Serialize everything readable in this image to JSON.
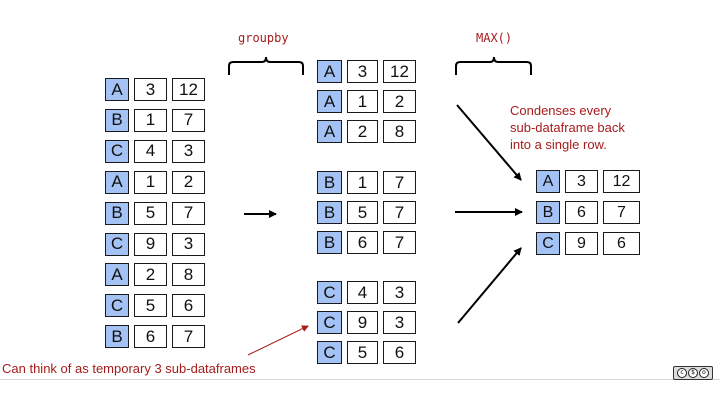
{
  "labels": {
    "groupby": "groupby",
    "max": "MAX()",
    "condenses_line1": "Condenses every",
    "condenses_line2": "sub-dataframe back",
    "condenses_line3": "into a single row.",
    "temporary": "Can think of as temporary 3 sub-dataframes"
  },
  "original_rows": [
    [
      "A",
      "3",
      "12"
    ],
    [
      "B",
      "1",
      "7"
    ],
    [
      "C",
      "4",
      "3"
    ],
    [
      "A",
      "1",
      "2"
    ],
    [
      "B",
      "5",
      "7"
    ],
    [
      "C",
      "9",
      "3"
    ],
    [
      "A",
      "2",
      "8"
    ],
    [
      "C",
      "5",
      "6"
    ],
    [
      "B",
      "6",
      "7"
    ]
  ],
  "groups": [
    [
      [
        "A",
        "3",
        "12"
      ],
      [
        "A",
        "1",
        "2"
      ],
      [
        "A",
        "2",
        "8"
      ]
    ],
    [
      [
        "B",
        "1",
        "7"
      ],
      [
        "B",
        "5",
        "7"
      ],
      [
        "B",
        "6",
        "7"
      ]
    ],
    [
      [
        "C",
        "4",
        "3"
      ],
      [
        "C",
        "9",
        "3"
      ],
      [
        "C",
        "5",
        "6"
      ]
    ]
  ],
  "result_rows": [
    [
      "A",
      "3",
      "12"
    ],
    [
      "B",
      "6",
      "7"
    ],
    [
      "C",
      "9",
      "6"
    ]
  ],
  "colors": {
    "key_fill": "#a4c2f4",
    "annotation_red": "#a61c1c"
  },
  "license_icon": "cc-by-nc-sa-icon"
}
